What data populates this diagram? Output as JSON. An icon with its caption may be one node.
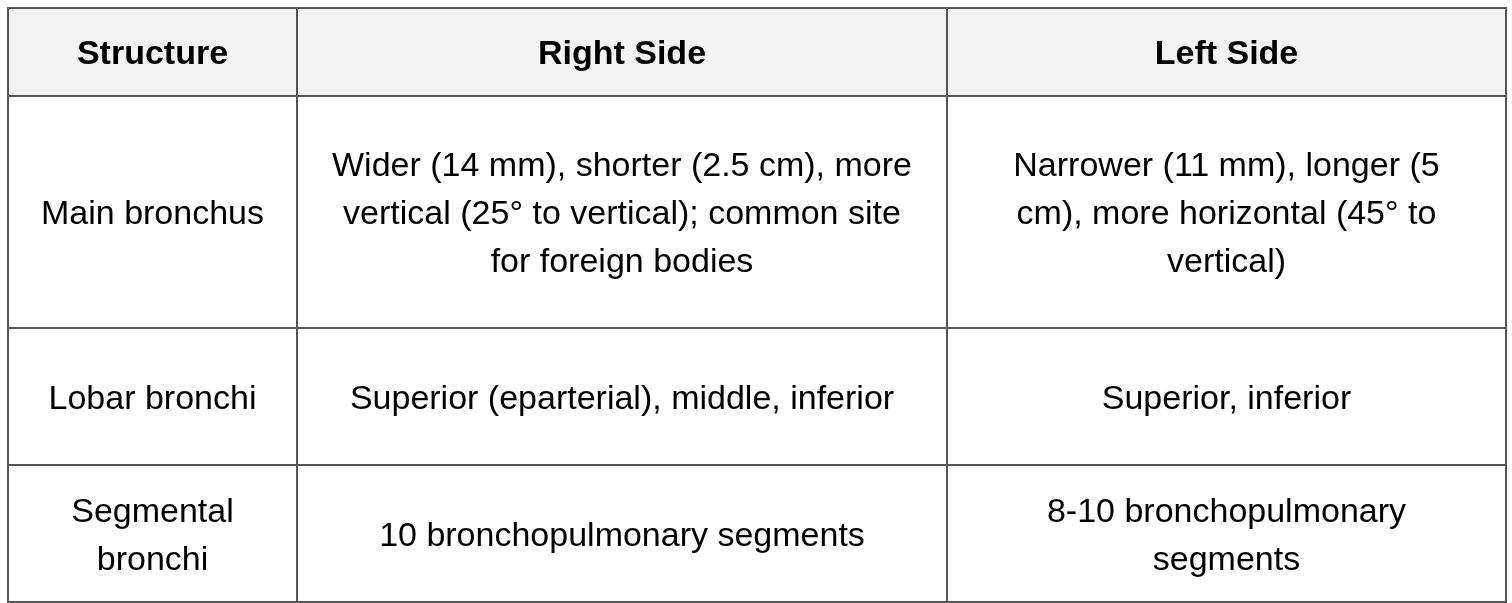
{
  "diagram": {
    "labels": [
      "Structure",
      "Right Side",
      "Left Side",
      "Main bronchus",
      "Wider (14 mm), shorter (2.5 cm), more vertical (25° to vertical); common site for foreign bodies",
      "Narrower (11 mm), longer (5 cm), more horizontal (45° to vertical)",
      "Lobar bronchi",
      "Superior (eparterial), middle, inferior",
      "Superior, inferior",
      "Segmental bronchi",
      "10 bronchopulmonary segments",
      "8-10 bronchopulmonary segments"
    ]
  }
}
